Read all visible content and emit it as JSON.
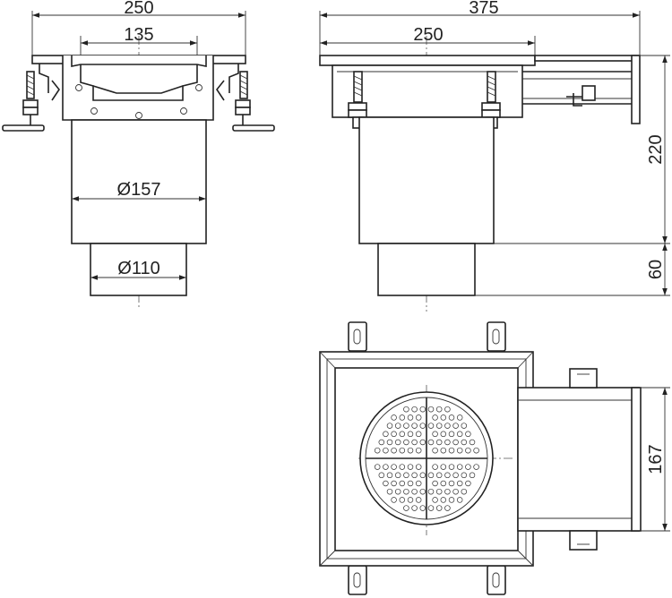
{
  "dimensions": {
    "front_width": "250",
    "front_inner": "135",
    "front_body_dia": "Ø157",
    "front_outlet_dia": "Ø110",
    "side_total": "375",
    "side_width": "250",
    "side_height": "220",
    "side_outlet_height": "60",
    "top_outlet_width": "167"
  }
}
